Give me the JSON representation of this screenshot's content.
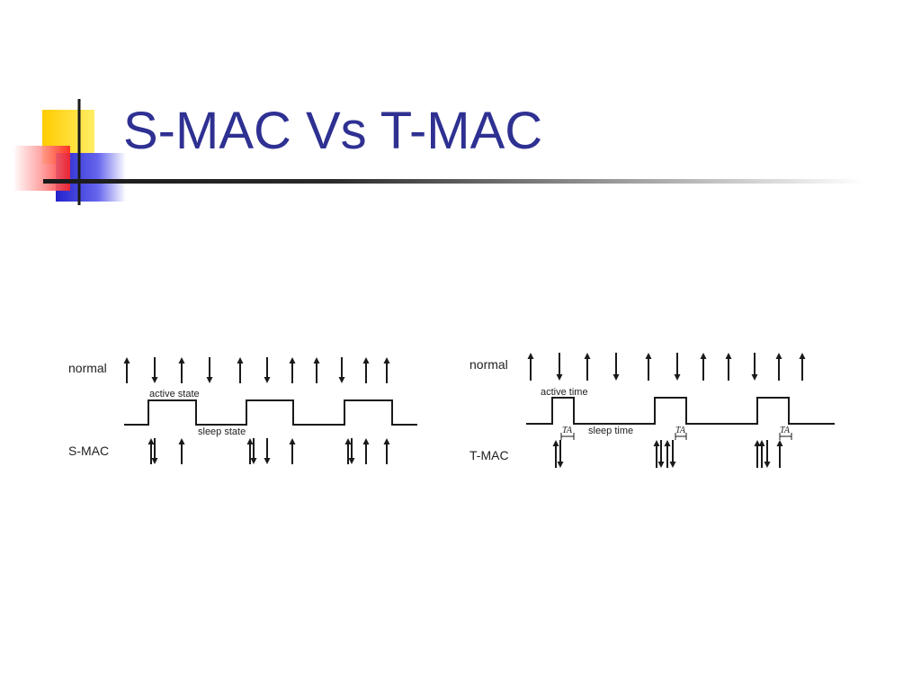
{
  "slide": {
    "title": "S-MAC Vs T-MAC",
    "colors": {
      "title": "#2e3092",
      "logo_yellow": "#ffcc00",
      "logo_red": "#ff3333",
      "logo_blue": "#3333cc"
    }
  },
  "smac": {
    "normal_label": "normal",
    "protocol_label": "S-MAC",
    "active_label": "active state",
    "sleep_label": "sleep state",
    "normal_arrows": [
      "up",
      "down",
      "up",
      "down",
      "up",
      "down",
      "up",
      "up",
      "down",
      "up",
      "up"
    ],
    "protocol_arrow_groups": [
      [
        "up",
        "down",
        "up"
      ],
      [
        "up",
        "down",
        "down",
        "up"
      ],
      [
        "up",
        "down",
        "up",
        "up"
      ]
    ]
  },
  "tmac": {
    "normal_label": "normal",
    "protocol_label": "T-MAC",
    "active_label": "active time",
    "sleep_label": "sleep time",
    "ta_label": "TA",
    "normal_arrows": [
      "up",
      "down",
      "up",
      "down",
      "up",
      "down",
      "up",
      "up",
      "down",
      "up",
      "up"
    ],
    "protocol_arrow_groups": [
      [
        "up",
        "down"
      ],
      [
        "up",
        "down",
        "up",
        "down"
      ],
      [
        "up",
        "up",
        "down",
        "up"
      ]
    ]
  }
}
